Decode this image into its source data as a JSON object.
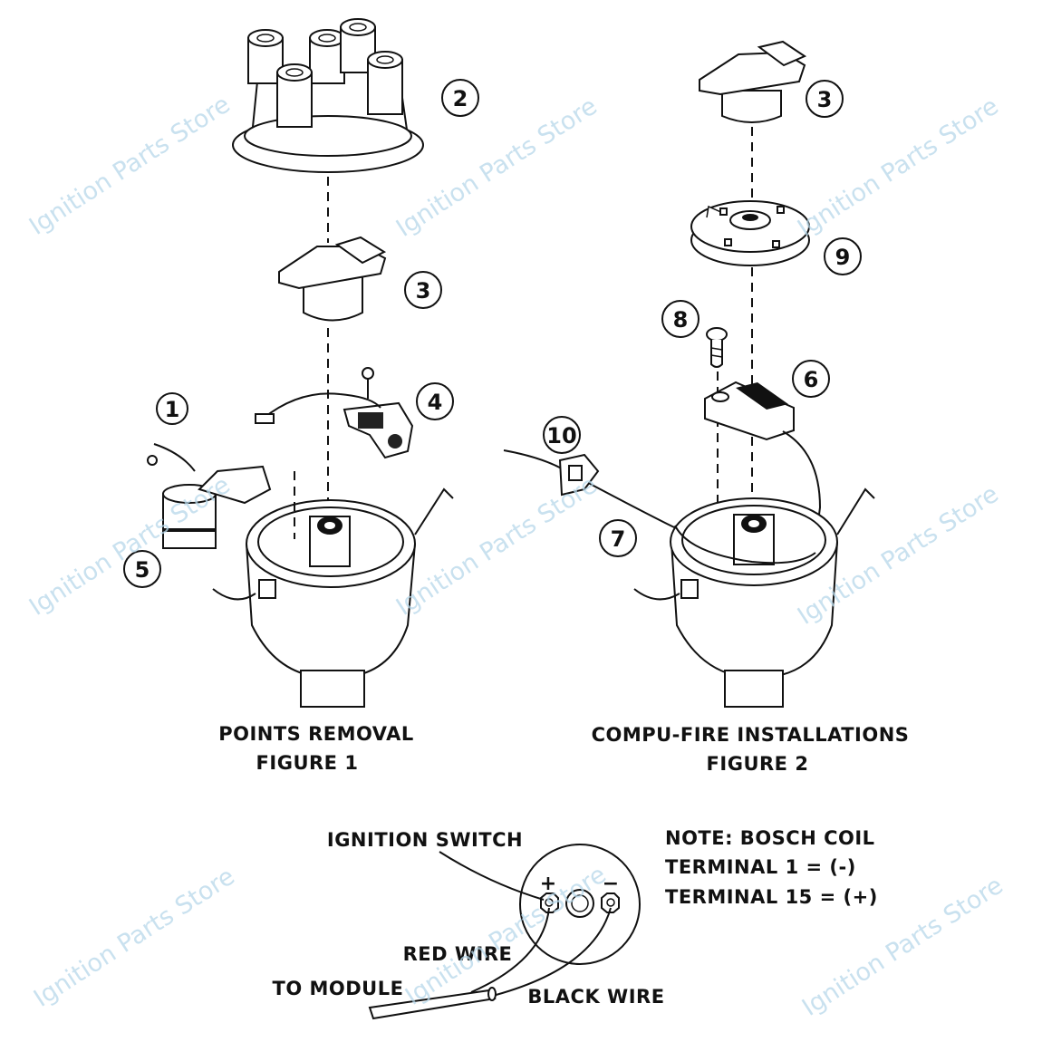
{
  "figure1": {
    "caption_line1": "POINTS REMOVAL",
    "caption_line2": "FIGURE 1",
    "callouts": [
      "1",
      "2",
      "3",
      "4",
      "5"
    ]
  },
  "figure2": {
    "caption_line1": "COMPU-FIRE INSTALLATIONS",
    "caption_line2": "FIGURE 2",
    "callouts": [
      "3",
      "9",
      "8",
      "6",
      "10",
      "7"
    ]
  },
  "wiring": {
    "ignition_switch": "IGNITION SWITCH",
    "red_wire": "RED WIRE",
    "to_module": "TO MODULE",
    "black_wire": "BLACK WIRE",
    "plus_sign": "+",
    "minus_sign": "−"
  },
  "note": {
    "line1": "NOTE: BOSCH COIL",
    "line2": "TERMINAL 1 = (-)",
    "line3": "TERMINAL 15 = (+)"
  },
  "watermark": "Ignition Parts Store"
}
